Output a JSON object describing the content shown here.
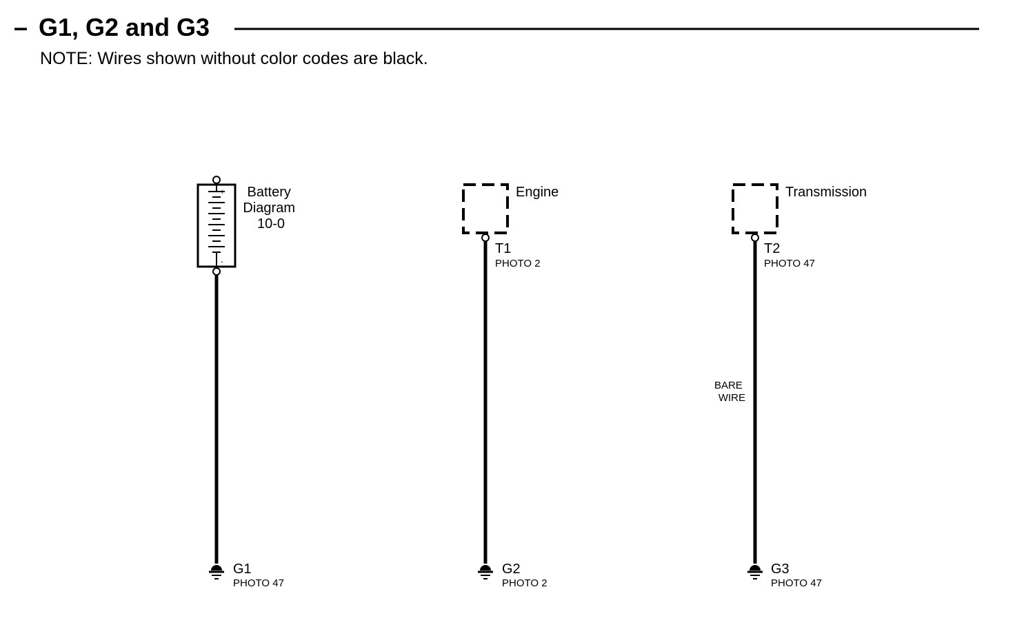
{
  "header": {
    "dash": "–",
    "title": "G1, G2 and G3",
    "note": "NOTE: Wires shown without color codes are black."
  },
  "battery": {
    "label_line1": "Battery",
    "label_line2": "Diagram",
    "label_line3": "10-0",
    "plus": "+",
    "minus": "-"
  },
  "engine": {
    "label": "Engine",
    "terminal": "T1",
    "terminal_photo": "PHOTO 2"
  },
  "transmission": {
    "label": "Transmission",
    "terminal": "T2",
    "terminal_photo": "PHOTO 47",
    "wire_label_line1": "BARE",
    "wire_label_line2": "WIRE"
  },
  "grounds": [
    {
      "id": "G1",
      "photo": "PHOTO 47"
    },
    {
      "id": "G2",
      "photo": "PHOTO 2"
    },
    {
      "id": "G3",
      "photo": "PHOTO 47"
    }
  ],
  "colors": {
    "ink": "#000000",
    "background": "#ffffff"
  }
}
